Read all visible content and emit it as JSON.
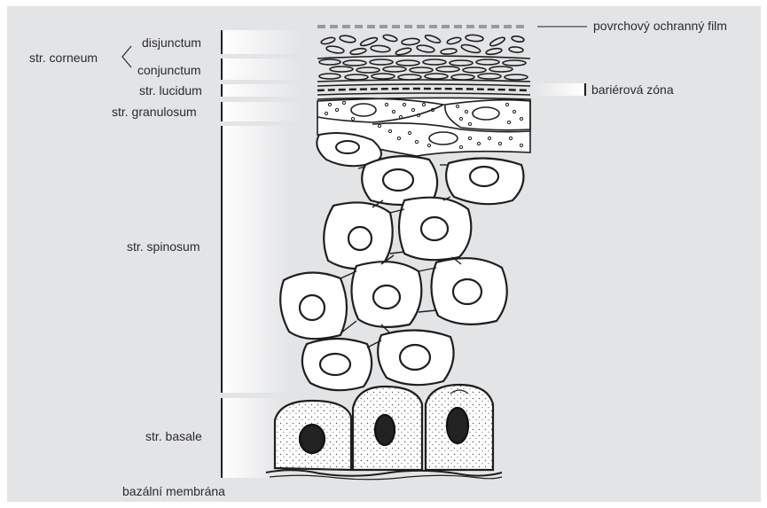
{
  "labels": {
    "corneum": "str. corneum",
    "disjunctum": "disjunctum",
    "conjunctum": "conjunctum",
    "lucidum": "str. lucidum",
    "granulosum": "str. granulosum",
    "spinosum": "str. spinosum",
    "basale": "str. basale",
    "membrane": "bazální membrána",
    "film": "povrchový ochranný film",
    "barrier": "bariérová zóna"
  },
  "colors": {
    "background": "#e3e4e6",
    "ink": "#1e1e1e",
    "bracket_gradient_end": "#ffffff"
  }
}
